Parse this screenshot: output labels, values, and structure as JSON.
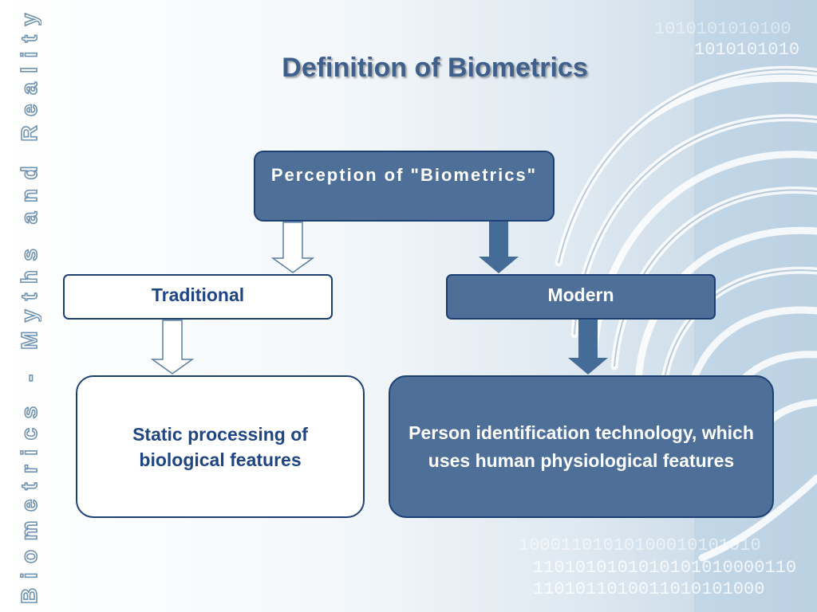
{
  "slide": {
    "side_caption": "Biometrics - Myths and Reality",
    "title": "Definition of Biometrics",
    "background_binary": [
      "1010101010",
      "1010101010100",
      "10001101010100010101010",
      "1101010101010101010000110",
      "1101011010011010101000"
    ]
  },
  "diagram": {
    "root": {
      "label": "Perception of \"Biometrics\""
    },
    "left_branch": {
      "label": "Traditional",
      "description": "Static processing of biological features"
    },
    "right_branch": {
      "label": "Modern",
      "description": "Person identification technology, which uses human physiological features"
    }
  },
  "colors": {
    "dark_box_fill": "#4e7098",
    "box_border": "#1c3f74",
    "light_text": "#1f4683",
    "title_color": "#3f5f8c",
    "side_text_color": "#6f93b2"
  }
}
